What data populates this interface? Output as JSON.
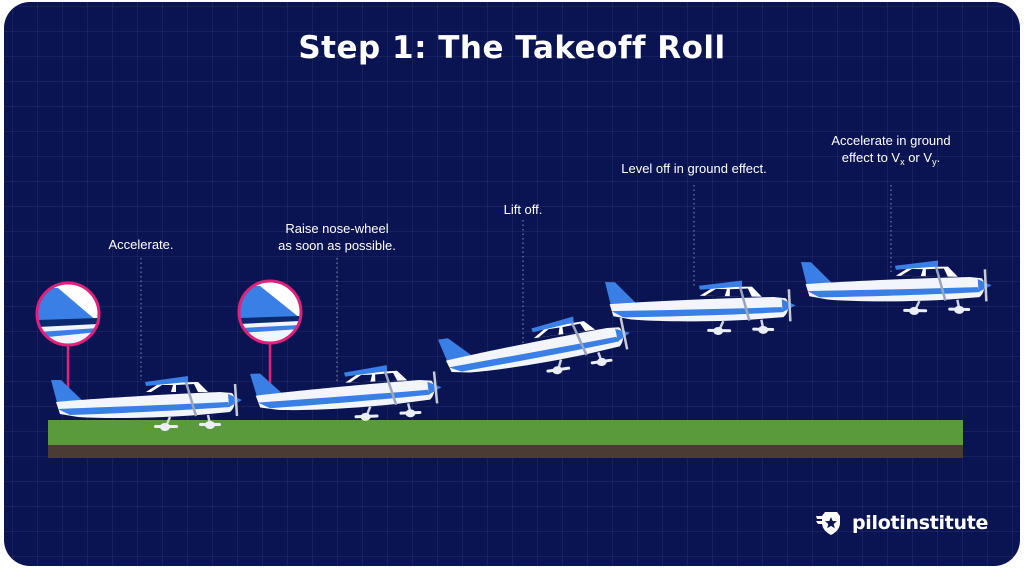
{
  "title": "Step 1: The Takeoff Roll",
  "steps": [
    {
      "lines": [
        "Accelerate."
      ]
    },
    {
      "lines": [
        "Raise nose-wheel",
        "as soon as possible."
      ]
    },
    {
      "lines": [
        "Lift off."
      ]
    },
    {
      "lines": [
        "Level off in ground effect."
      ]
    },
    {
      "lines": [
        "Accelerate in ground",
        "effect to V",
        "x",
        " or V",
        "y",
        "."
      ]
    }
  ],
  "brand": {
    "name": "pilotinstitute",
    "icon": "star-shield-icon"
  },
  "colors": {
    "background": "#0b1453",
    "grass": "#5a9a3c",
    "dirt": "#4a3b35",
    "accent_circle": "#e0207a",
    "plane_blue": "#3a7fe6",
    "plane_white": "#f2f5fb"
  }
}
